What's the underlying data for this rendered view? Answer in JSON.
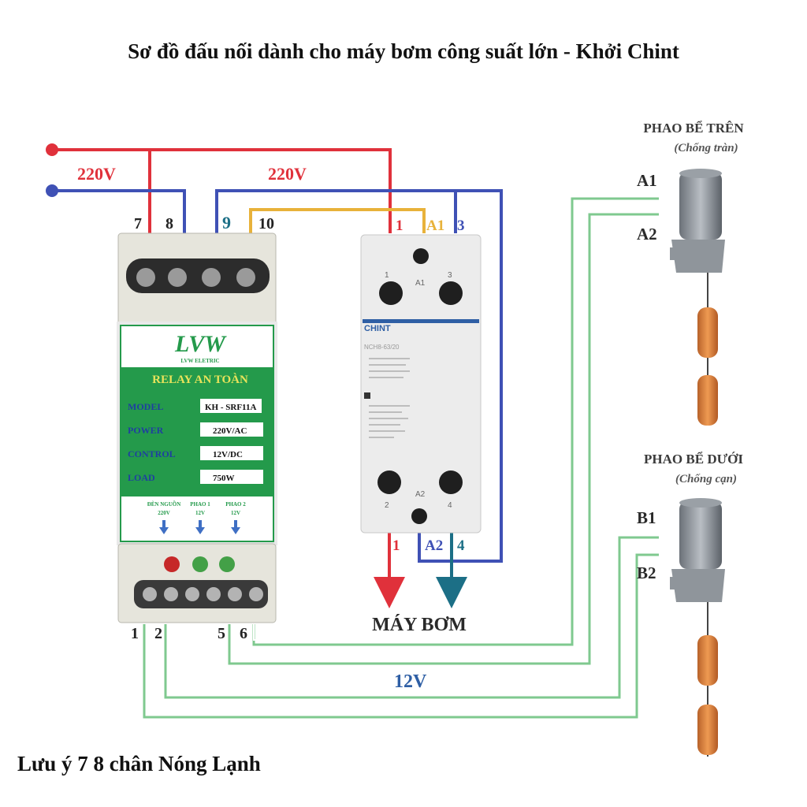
{
  "title": "Sơ đồ đấu nối dành cho máy bơm công suất lớn - Khởi Chint",
  "note": "Lưu ý 7 8 chân Nóng Lạnh",
  "wires": {
    "left_220v": "220V",
    "top_220v": "220V",
    "bottom_12v": "12V"
  },
  "relay": {
    "logo": "LVW",
    "brand": "LVW ELETRIC",
    "name": "RELAY AN TOÀN",
    "specs": [
      {
        "label": "MODEL",
        "value": "KH - SRF11A"
      },
      {
        "label": "POWER",
        "value": "220V/AC"
      },
      {
        "label": "CONTROL",
        "value": "12V/DC"
      },
      {
        "label": "LOAD",
        "value": "750W"
      }
    ],
    "indicators": [
      {
        "line1": "ĐÈN NGUỒN",
        "line2": "220V"
      },
      {
        "line1": "PHAO 1",
        "line2": "12V"
      },
      {
        "line1": "PHAO 2",
        "line2": "12V"
      }
    ],
    "top_terminals": [
      "7",
      "8",
      "9",
      "10"
    ],
    "bottom_terminals": [
      "1",
      "2",
      "5",
      "6"
    ]
  },
  "contactor": {
    "brand": "CHINT",
    "model": "NCH8-63/20",
    "top_marks": [
      "1",
      "A1",
      "3"
    ],
    "body_top_labels": [
      "1",
      "A1",
      "3"
    ],
    "body_bottom_labels": [
      "2",
      "A2",
      "4"
    ],
    "bottom_marks": [
      "1",
      "A2",
      "4"
    ]
  },
  "pump_label": "MÁY BƠM",
  "float_top": {
    "title": "PHAO BỂ TRÊN",
    "subtitle": "(Chống tràn)",
    "a1": "A1",
    "a2": "A2"
  },
  "float_bottom": {
    "title": "PHAO BỂ DƯỚI",
    "subtitle": "(Chống cạn)",
    "b1": "B1",
    "b2": "B2"
  },
  "colors": {
    "phase": "#e0313b",
    "neutral": "#3f51b5",
    "control": "#e8b23a",
    "teal": "#1c6f86",
    "signal": "#7fc98f",
    "label_red": "#e0313b",
    "label_blue": "#2f5fa5",
    "relay_green": "#249a4b"
  }
}
